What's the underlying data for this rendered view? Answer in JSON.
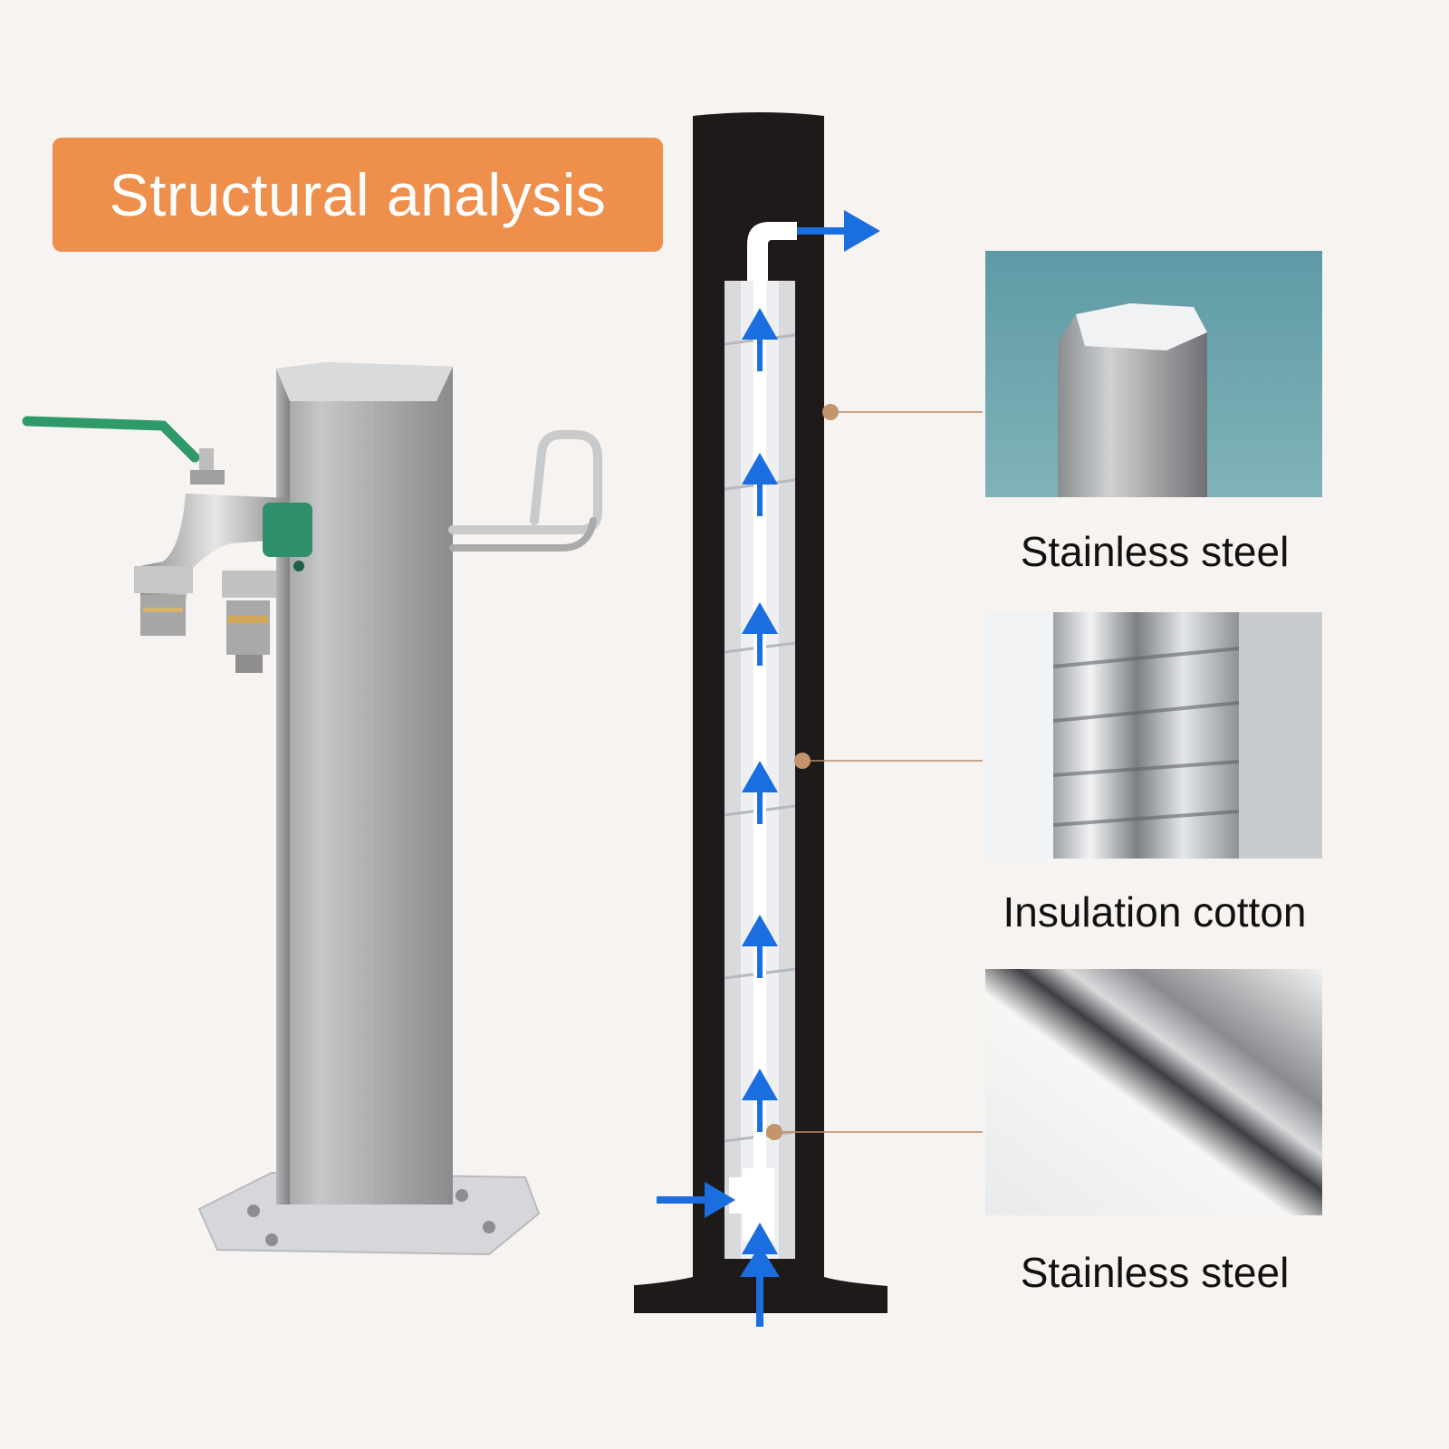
{
  "badge": {
    "title": "Structural analysis",
    "color": "#ef8f4c"
  },
  "materials": [
    {
      "label": "Stainless steel",
      "icon": "hexagonal-steel-post-photo"
    },
    {
      "label": "Insulation cotton",
      "icon": "foil-wrapped-insulation-photo"
    },
    {
      "label": "Stainless steel",
      "icon": "polished-steel-pipe-photo"
    }
  ],
  "colors": {
    "background": "#f7f3f0",
    "post_shell": "#1e1a1a",
    "flow_arrow": "#1a6ee0",
    "leader": "#b98a66",
    "leader_dot": "#c4946b"
  },
  "diagram": {
    "icon": "water-flow-cross-section"
  },
  "product": {
    "icon": "stainless-garden-tap-post"
  }
}
